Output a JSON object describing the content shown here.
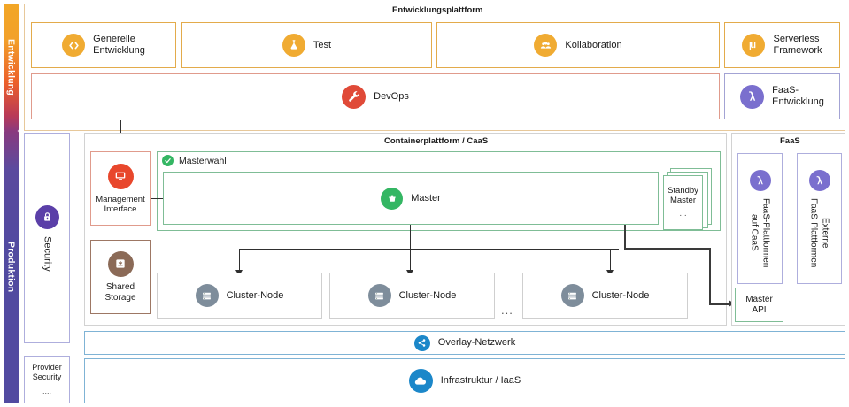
{
  "lifecycle": {
    "development": "Entwicklung",
    "production": "Produktion"
  },
  "dev_platform": {
    "title": "Entwicklungsplattform",
    "cards": [
      {
        "label": "Generelle\nEntwicklung",
        "icon": "code-brackets-icon"
      },
      {
        "label": "Test",
        "icon": "flask-icon"
      },
      {
        "label": "Kollaboration",
        "icon": "users-group-icon"
      },
      {
        "label": "Serverless\nFramework",
        "icon": "mu-icon"
      }
    ],
    "devops": {
      "label": "DevOps",
      "icon": "wrench-icon"
    },
    "faas_dev": {
      "label": "FaaS-\nEntwicklung",
      "icon": "lambda-icon"
    }
  },
  "production": {
    "security": {
      "label": "Security",
      "icon": "lock-icon"
    },
    "provider_security": {
      "label": "Provider\nSecurity",
      "sub": "...."
    },
    "management_interface": {
      "label": "Management\nInterface",
      "icon": "monitor-icon"
    },
    "shared_storage": {
      "label": "Shared\nStorage",
      "icon": "storage-icon"
    },
    "caas": {
      "title": "Containerplattform / CaaS",
      "masterwahl": {
        "label": "Masterwahl",
        "icon": "check-circle-icon"
      },
      "master": {
        "label": "Master",
        "icon": "ship-wheel-icon"
      },
      "standby": {
        "label": "Standby\nMaster",
        "sub": "..."
      },
      "nodes": [
        {
          "label": "Cluster-Node",
          "icon": "server-stack-icon"
        },
        {
          "label": "Cluster-Node",
          "icon": "server-stack-icon"
        },
        {
          "label": "Cluster-Node",
          "icon": "server-stack-icon"
        }
      ],
      "nodes_ellipsis": "...",
      "master_api": {
        "label": "Master\nAPI"
      }
    },
    "faas": {
      "title": "FaaS",
      "on_caas": {
        "label": "FaaS-Plattformen\nauf CaaS",
        "icon": "lambda-icon"
      },
      "external": {
        "label": "Externe\nFaaS-Plattformen",
        "icon": "lambda-icon"
      }
    },
    "overlay_network": {
      "label": "Overlay-Netzwerk",
      "icon": "share-nodes-icon"
    },
    "infrastructure": {
      "label": "Infrastruktur / IaaS",
      "icon": "cloud-icon"
    }
  },
  "colors": {
    "dev_accent": "#e3ab4b",
    "devops_accent": "#e09b8c",
    "faas_accent": "#a3a3d4",
    "caas_accent": "#7fbd96",
    "iaas_accent": "#7fb3d5",
    "security_accent": "#5b3fa8",
    "lifecycle_dev": "#f2a626",
    "lifecycle_prod": "#514aa0"
  }
}
